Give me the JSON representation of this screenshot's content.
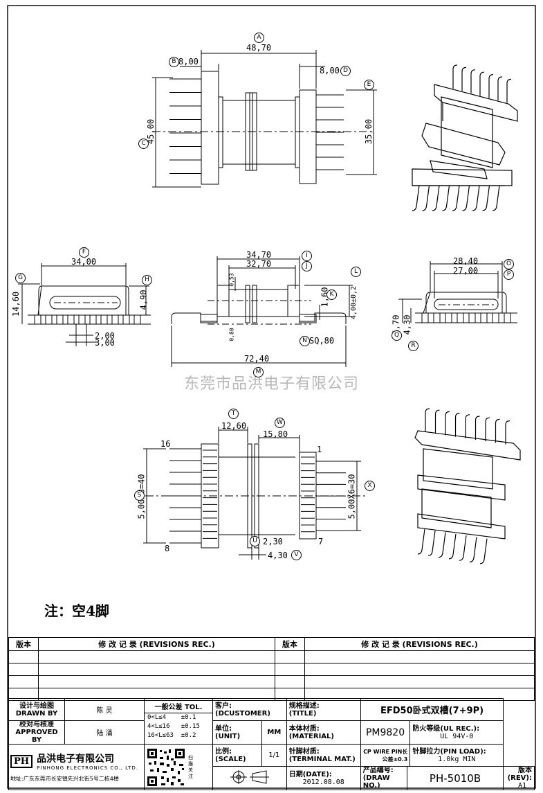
{
  "watermark": "东莞市品洪电子有限公司",
  "note": "注：空4脚",
  "dims": {
    "top_width": "48,70",
    "top_left": "8,00",
    "top_right": "8,00",
    "top_height": "45,00",
    "top_inner_height": "35,00",
    "side_width": "34,00",
    "side_height": "14,60",
    "side_flange": "4,90",
    "side_pin1": "2,00",
    "side_pin2": "3,00",
    "front_w1": "34,70",
    "front_w2": "32,70",
    "front_small": "0,53",
    "front_t": "1,60",
    "front_h": "4,00±0,2",
    "front_pin": "0,80",
    "front_sq": "SQ,80",
    "front_total": "72,40",
    "right_w1": "28,40",
    "right_w2": "27,00",
    "right_h1": "5,70",
    "right_h2": "4,30",
    "bot_w1": "12,60",
    "bot_w2": "15,80",
    "bot_left_pitch": "5,00X8=40",
    "bot_right_pitch": "5,00X6=30",
    "bot_s1": "2,30",
    "bot_s2": "4,30",
    "pin16": "16",
    "pin8": "8",
    "pin1": "1",
    "pin7": "7"
  },
  "markers": {
    "A": "A",
    "B": "B",
    "C": "C",
    "D": "D",
    "E": "E",
    "F": "F",
    "G": "G",
    "H": "H",
    "I": "I",
    "J": "J",
    "K": "K",
    "L": "L",
    "M": "M",
    "N": "N",
    "O": "O",
    "P": "P",
    "Q": "Q",
    "R": "R",
    "S": "S",
    "T": "T",
    "U": "U",
    "V": "V",
    "W": "W",
    "X": "X"
  },
  "revisions": {
    "col_ver": "版本",
    "col_rec": "修 改 记 录 (REVISIONS REC.)",
    "col_ver2": "版本",
    "col_rec2": "修 改 记 录 (REVISIONS REC.)"
  },
  "title_block": {
    "drawn_label": "设计与绘图",
    "drawn_label_en": "DRAWN BY",
    "drawn_name": "陈 灵",
    "approved_label": "校对与核准",
    "approved_label_en": "APPROVED BY",
    "approved_name": "陆 涌",
    "tol_title": "一般公差 TOL.",
    "tol_rows": [
      "0<L≤4    ±0.1",
      "4<L≤16   ±0.15",
      "16<L≤63  ±0.2"
    ],
    "customer_label": "客户:",
    "customer_label_en": "(DCUSTOMER)",
    "unit_label": "单位:",
    "unit_label_en": "(UNIT)",
    "unit_value": "MM",
    "scale_label": "比例:",
    "scale_label_en": "(SCALE)",
    "scale_value": "1/1",
    "title_label": "规格描述:",
    "title_label_en": "(TITLE)",
    "title_value": "EFD50卧式双槽(7+9P)",
    "material_label": "本体材质:",
    "material_label_en": "(MATERIAL)",
    "material_value": "PM9820",
    "fire_label": "防火等级(UL REC.):",
    "fire_value": "UL 94V-0",
    "terminal_label": "针脚材质:",
    "terminal_label_en": "(TERMINAL MAT.)",
    "terminal_value": "CP WIRE PIN长公差±0.3",
    "pinload_label": "针脚拉力(PIN LOAD):",
    "pinload_value": "1.0kg MIN",
    "date_label": "日期(DATE):",
    "date_value": "2012.08.08",
    "drawno_label": "产品编号:",
    "drawno_label_en": "(DRAW NO.)",
    "drawno_value": "PH-5010B",
    "rev_label": "版本(REV):",
    "rev_value": "A1",
    "company": "品洪电子有限公司",
    "company_en": "PINHONG ELECTRONICS CO., LTD.",
    "logo": "PH",
    "address": "地址:广东东莞市长安镇先兴北街5号二栋4楼",
    "qr_caption": "扫描关注"
  }
}
